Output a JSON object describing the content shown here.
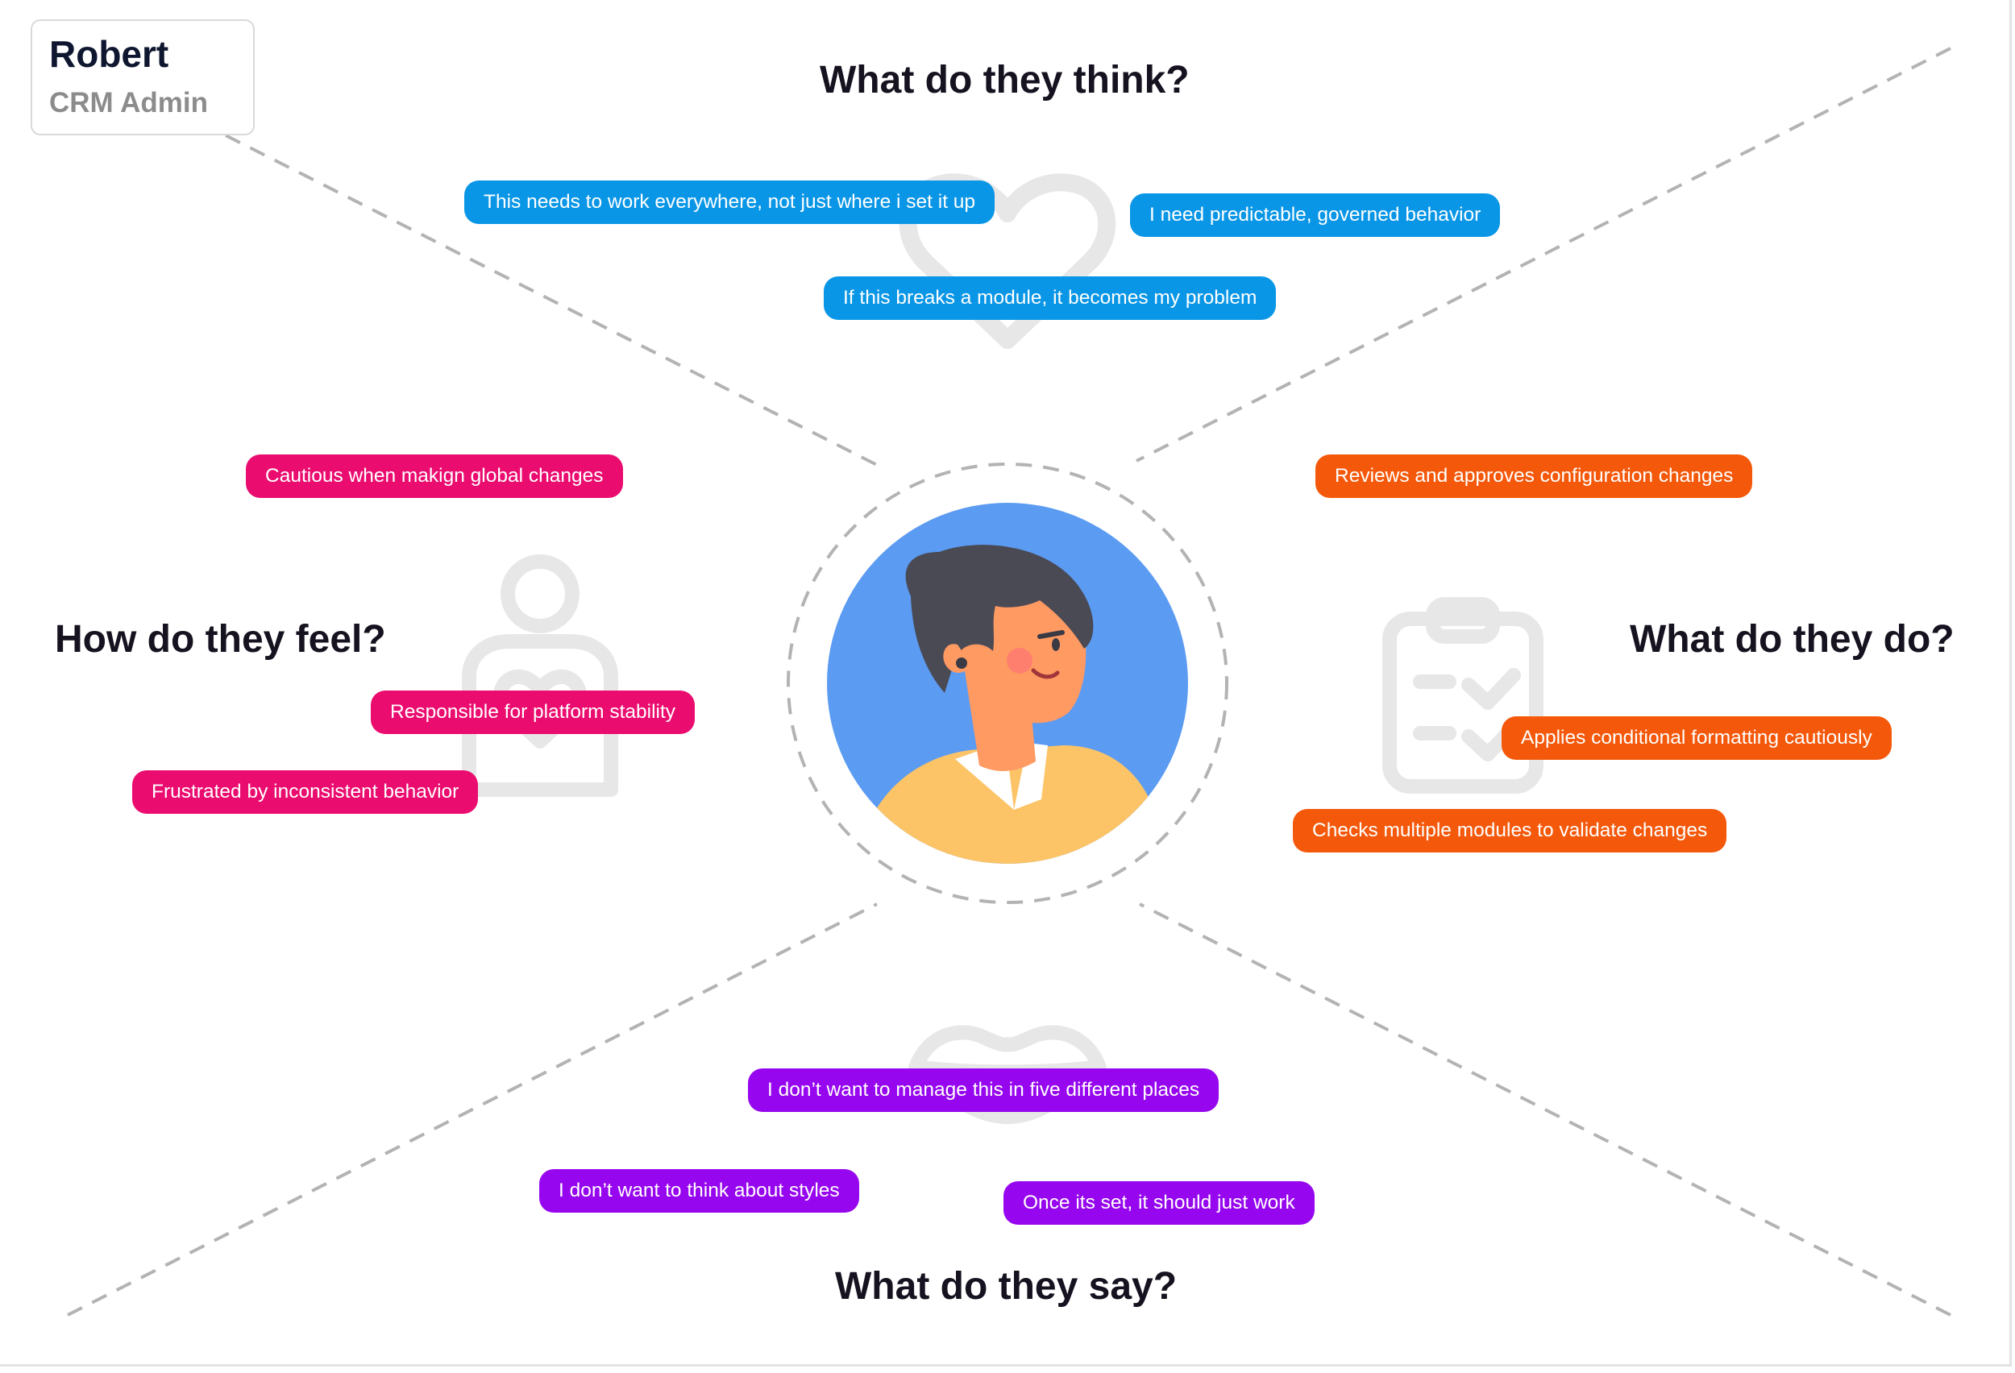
{
  "persona": {
    "name": "Robert",
    "role": "CRM Admin"
  },
  "quadrants": {
    "think": {
      "title": "What do they think?",
      "icon": "heart-icon",
      "notes": [
        "This needs to work everywhere, not just where i set it up",
        "I need predictable, governed behavior",
        "If this breaks a module, it becomes my problem"
      ]
    },
    "feel": {
      "title": "How do they feel?",
      "icon": "person-holding-heart-icon",
      "notes": [
        "Cautious when makign global changes",
        "Responsible for platform stability",
        "Frustrated by inconsistent behavior"
      ]
    },
    "do": {
      "title": "What do they do?",
      "icon": "clipboard-checklist-icon",
      "notes": [
        "Reviews and approves configuration changes",
        "Applies conditional formatting cautiously",
        "Checks multiple modules to validate changes"
      ]
    },
    "say": {
      "title": "What do they say?",
      "icon": "lips-icon",
      "notes": [
        "I don’t want to manage this in five different places",
        "I don’t want to think about styles",
        "Once its set, it should just work"
      ]
    }
  },
  "colors": {
    "think": "#0a96e6",
    "feel": "#ea0c6f",
    "do": "#f4580a",
    "say": "#9606ee",
    "avatar_bg": "#5b9bf2",
    "divider": "#b3b3b3",
    "heading": "#16121f"
  }
}
